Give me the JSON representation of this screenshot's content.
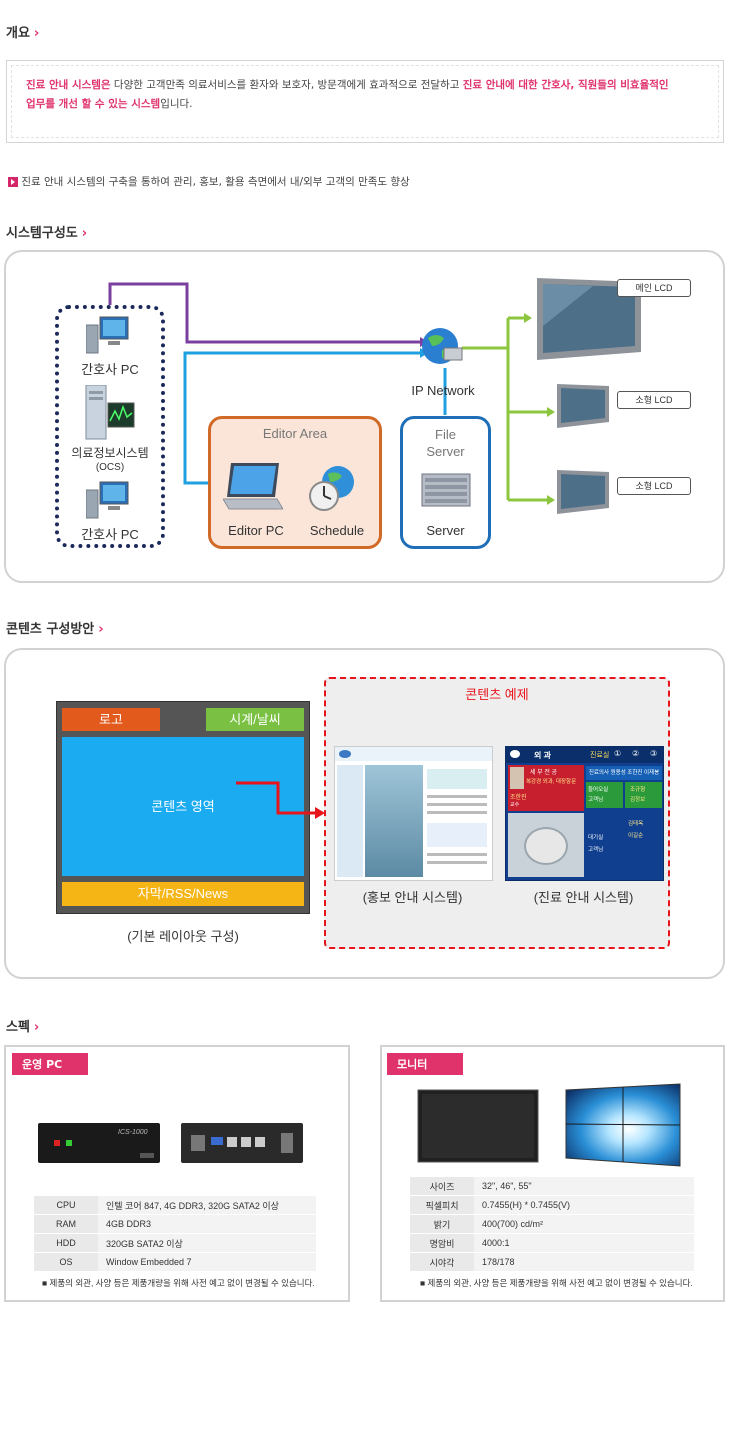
{
  "overview": {
    "title": "개요",
    "chevron": "›",
    "p1_a": "진료 안내 시스템은",
    "p1_b": " 다양한 고객만족 의료서비스를 환자와 보호자, 방문객에게 효과적으로 전달하고 ",
    "p1_c": "진료 안내에 대한 간호사, 직원들의 비효율적인",
    "p2_a": "업무를 개선 할 수 있는 시스템",
    "p2_b": "입니다.",
    "note": "진료 안내 시스템의 구축을 통하여 관리, 홍보, 활용 측면에서 내/외부 고객의 만족도 향상"
  },
  "system": {
    "title": "시스템구성도",
    "nurse_pc_1": "간호사 PC",
    "ocs_line1": "의료정보시스템",
    "ocs_line2": "(OCS)",
    "nurse_pc_2": "간호사 PC",
    "editor_area": "Editor Area",
    "editor_pc": "Editor PC",
    "schedule": "Schedule",
    "file_server_1": "File",
    "file_server_2": "Server",
    "server": "Server",
    "ip_network": "IP Network",
    "lcd_main": "메인 LCD",
    "lcd_small_1": "소형 LCD",
    "lcd_small_2": "소형 LCD"
  },
  "contents": {
    "title": "콘텐츠 구성방안",
    "logo": "로고",
    "clock_weather": "시계/날씨",
    "content_area": "콘텐츠 영역",
    "ticker": "자막/RSS/News",
    "layout_caption": "(기본 레이아웃 구성)",
    "example_title": "콘텐츠 예제",
    "pr_caption": "(홍보 안내 시스템)",
    "clinic_caption": "(진료 안내 시스템)",
    "clinic_screen": {
      "dept": "외 과",
      "room": "진료실",
      "num1": "①",
      "num2": "②",
      "num3": "③",
      "doctor_line": "세 부 전 공",
      "spec": "복강경 외과, 대장항문",
      "doctor_name": "조한진",
      "rank": "교수",
      "names_row": "진료의사  원용성  조한진  이재봉",
      "in_care": "들어오실",
      "patient1": "고객님",
      "p_a": "조규형",
      "p_b": "김정보",
      "waiting": "대기실",
      "patient2": "고객님",
      "p_c": "김태옥",
      "p_d": "이길순"
    }
  },
  "spec": {
    "title": "스펙",
    "pc": {
      "tag": "운영 PC",
      "device_label": "ICS-1000",
      "rows": [
        {
          "k": "CPU",
          "v": "인텔 코어 847, 4G DDR3, 320G SATA2 이상"
        },
        {
          "k": "RAM",
          "v": "4GB DDR3"
        },
        {
          "k": "HDD",
          "v": "320GB SATA2 이상"
        },
        {
          "k": "OS",
          "v": "Window Embedded 7"
        }
      ],
      "note": "■  제품의 외관, 사양 등은 제품개량을 위해 사전 예고 없이 변경될 수 있습니다."
    },
    "monitor": {
      "tag": "모니터",
      "rows": [
        {
          "k": "사이즈",
          "v": "32\", 46\", 55\""
        },
        {
          "k": "픽셀피치",
          "v": "0.7455(H) * 0.7455(V)"
        },
        {
          "k": "밝기",
          "v": "400(700) cd/m²"
        },
        {
          "k": "명암비",
          "v": "4000:1"
        },
        {
          "k": "시야각",
          "v": "178/178"
        }
      ],
      "note": "■  제품의 외관, 사양 등은 제품개량을 위해 사전 예고 없이 변경될 수 있습니다."
    }
  }
}
